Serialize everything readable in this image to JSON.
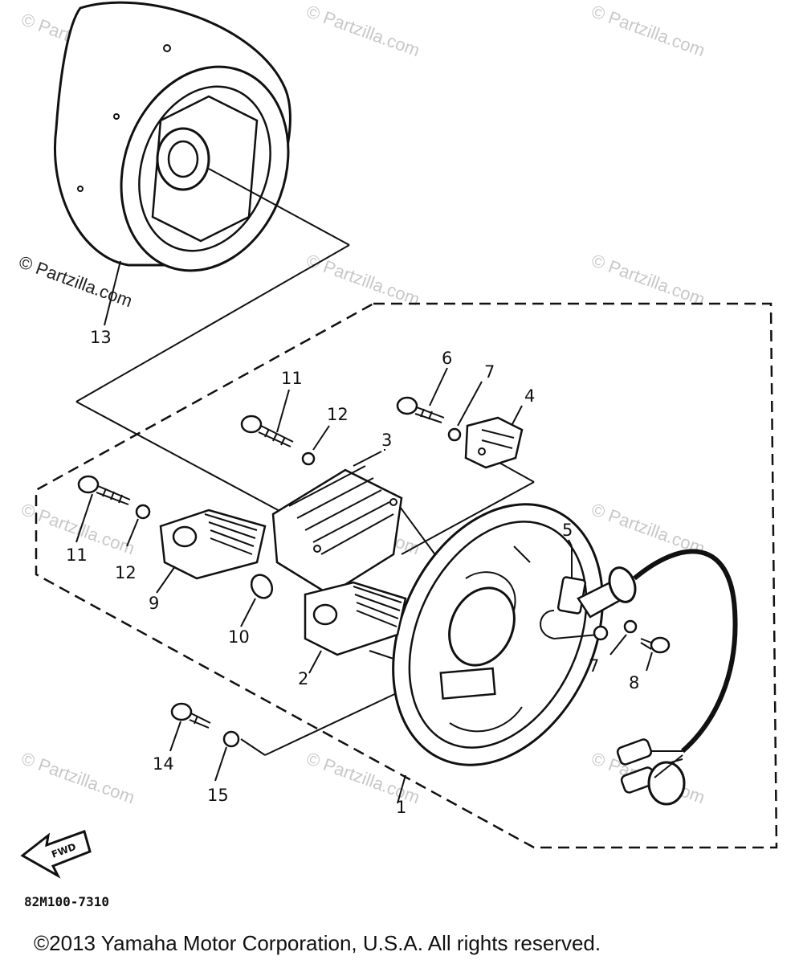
{
  "diagram": {
    "callouts": {
      "c1": "1",
      "c2": "2",
      "c3": "3",
      "c4": "4",
      "c5": "5",
      "c6": "6",
      "c7a": "7",
      "c7b": "7",
      "c8": "8",
      "c9": "9",
      "c10": "10",
      "c11a": "11",
      "c11b": "11",
      "c12a": "12",
      "c12b": "12",
      "c13": "13",
      "c14": "14",
      "c15": "15"
    },
    "fwd_label": "FWD",
    "diagram_code": "82M100-7310",
    "watermark": "© Partzilla.com",
    "copyright": "©2013 Yamaha Motor Corporation, U.S.A. All rights reserved."
  }
}
